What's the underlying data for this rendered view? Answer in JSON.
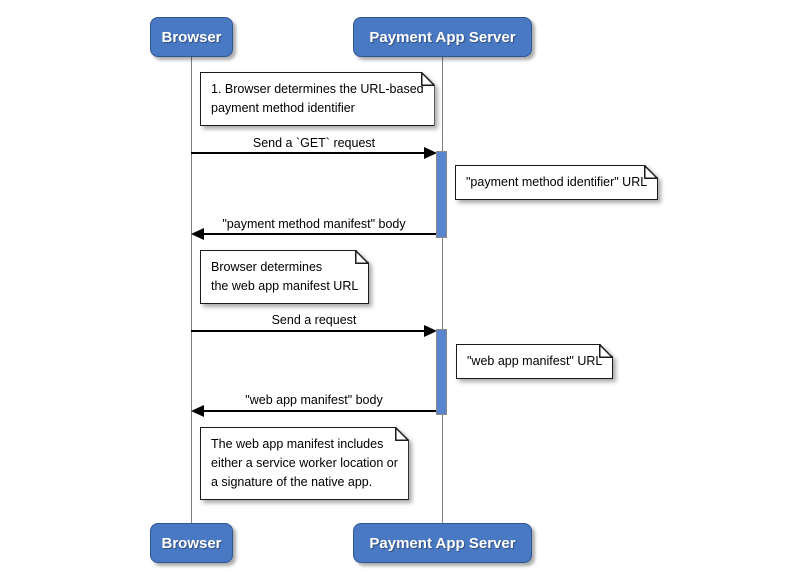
{
  "diagram": {
    "colors": {
      "actor_fill": "#4A79C4",
      "actor_border": "#2F5693",
      "actor_text": "#FFFFFF",
      "activation_fill": "#5B84CE",
      "activation_border": "#8A8A8A",
      "lifeline": "#7E7E7E",
      "note_fill": "#FFFFFF",
      "note_border": "#1A1A1A",
      "arrow": "#000000"
    },
    "actors": [
      {
        "id": "browser",
        "label": "Browser"
      },
      {
        "id": "payment-app-server",
        "label": "Payment App Server"
      }
    ],
    "messages": [
      {
        "label": "Send a `GET` request",
        "from": "browser",
        "to": "payment-app-server",
        "style": "solid"
      },
      {
        "label": "\"payment method manifest\" body",
        "from": "payment-app-server",
        "to": "browser",
        "style": "solid"
      },
      {
        "label": "Send a request",
        "from": "browser",
        "to": "payment-app-server",
        "style": "solid"
      },
      {
        "label": "\"web app manifest\" body",
        "from": "payment-app-server",
        "to": "browser",
        "style": "solid"
      }
    ],
    "notes": [
      {
        "position": "right-of-browser",
        "lines": [
          "1. Browser determines the URL-based",
          "payment method identifier"
        ]
      },
      {
        "position": "right-of-server",
        "lines": [
          "\"payment method identifier\" URL"
        ]
      },
      {
        "position": "right-of-browser",
        "lines": [
          "Browser determines",
          "the web app manifest URL"
        ]
      },
      {
        "position": "right-of-server",
        "lines": [
          "\"web app manifest\" URL"
        ]
      },
      {
        "position": "right-of-browser",
        "lines": [
          "The web app manifest includes",
          "either a service worker location or",
          "a signature of the native app."
        ]
      }
    ]
  }
}
